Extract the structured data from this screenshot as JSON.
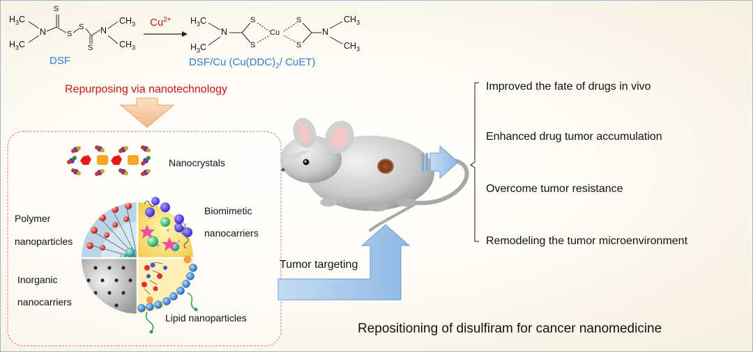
{
  "reaction": {
    "reactant_label": "DSF",
    "reagent": "Cu",
    "reagent_charge": "2+",
    "product_label": "DSF/Cu (Cu(DDC)",
    "product_sub": "2",
    "product_tail": "/ CuET)",
    "atoms": {
      "s": "S",
      "n": "N",
      "cu": "Cu",
      "ch3": "CH",
      "h3c": "H",
      "c": "C",
      "three": "3"
    }
  },
  "repurposing_label": "Repurposing via nanotechnology",
  "nano_box": {
    "nanocrystals": "Nanocrystals",
    "polymer": [
      "Polymer",
      "nanoparticles"
    ],
    "biomimetic": [
      "Biomimetic",
      "nanocarriers"
    ],
    "inorganic": [
      "Inorganic",
      "nanocarriers"
    ],
    "lipid": "Lipid nanoparticles"
  },
  "tumor_targeting": "Tumor targeting",
  "outcomes": [
    "Improved the fate of drugs in vivo",
    "Enhanced drug tumor accumulation",
    "Overcome tumor resistance",
    "Remodeling the tumor microenvironment"
  ],
  "caption": "Repositioning of disulfiram for cancer nanomedicine",
  "colors": {
    "chem_label": "#2e7fd0",
    "reagent": "#c81414",
    "down_arrow": "#f6cfa6",
    "blue_arrow": "#a7c8ea",
    "dashed_border": "#d97a7a"
  }
}
